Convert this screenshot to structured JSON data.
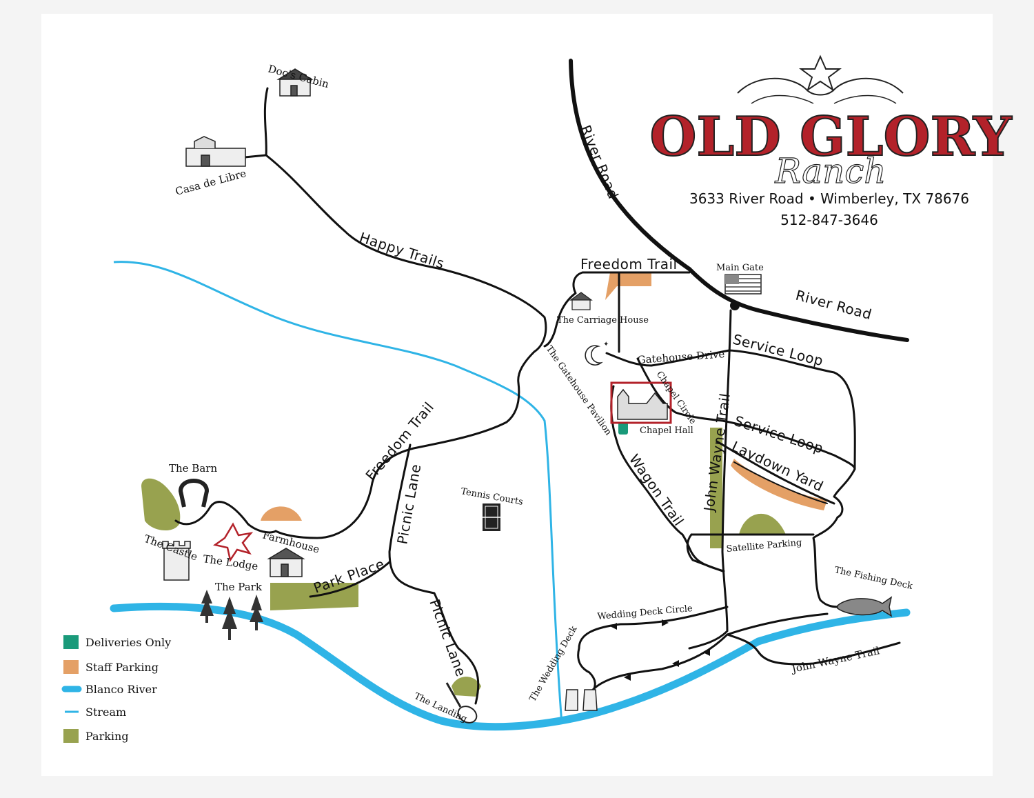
{
  "title": {
    "name_line1": "OLD GLORY",
    "name_line2": "Ranch",
    "address": "3633 River Road • Wimberley, TX 78676",
    "phone": "512-847-3646"
  },
  "roads": {
    "river_road_north": "River Road",
    "river_road_east": "River Road",
    "freedom_trail_top": "Freedom Trail",
    "freedom_trail_left": "Freedom Trail",
    "happy_trails": "Happy Trails",
    "gatehouse_drive": "Gatehouse Drive",
    "service_loop_top": "Service Loop",
    "service_loop_mid": "Service Loop",
    "chapel_circle": "Chapel Circle",
    "john_wayne_trail_vertical": "John Wayne Trail",
    "john_wayne_trail_bottom": "John Wayne Trail",
    "laydown_yard": "Laydown Yard",
    "wagon_trail": "Wagon Trail",
    "satellite_parking": "Satellite Parking",
    "picnic_lane_upper": "Picnic Lane",
    "picnic_lane_lower": "Picnic Lane",
    "park_place": "Park Place",
    "wedding_deck_circle": "Wedding Deck Circle"
  },
  "places": {
    "docs_cabin": "Doc's Cabin",
    "casa_de_libre": "Casa de Libre",
    "main_gate": "Main Gate",
    "carriage_house": "The Carriage House",
    "gatehouse_pavilion": "The Gatehouse Pavilion",
    "chapel_hall": "Chapel Hall",
    "the_barn": "The Barn",
    "the_castle": "The Castle",
    "the_lodge": "The Lodge",
    "farmhouse": "Farmhouse",
    "the_park": "The Park",
    "tennis_courts": "Tennis Courts",
    "the_landing": "The Landing",
    "wedding_deck": "The Wedding Deck",
    "fishing_deck": "The Fishing Deck"
  },
  "legend": {
    "items": [
      {
        "label": "Deliveries Only",
        "color": "#1a9a7a"
      },
      {
        "label": "Staff Parking",
        "color": "#e4a066"
      },
      {
        "label": "Blanco River",
        "color": "#2fb4e6"
      },
      {
        "label": "Stream",
        "color": "#2fb4e6"
      },
      {
        "label": "Parking",
        "color": "#98a24f"
      }
    ]
  },
  "colors": {
    "road": "#111111",
    "river": "#2fb4e6",
    "parking": "#98a24f",
    "staff_parking": "#e4a066",
    "deliveries": "#1a9a7a",
    "brand_red": "#b3222a"
  }
}
